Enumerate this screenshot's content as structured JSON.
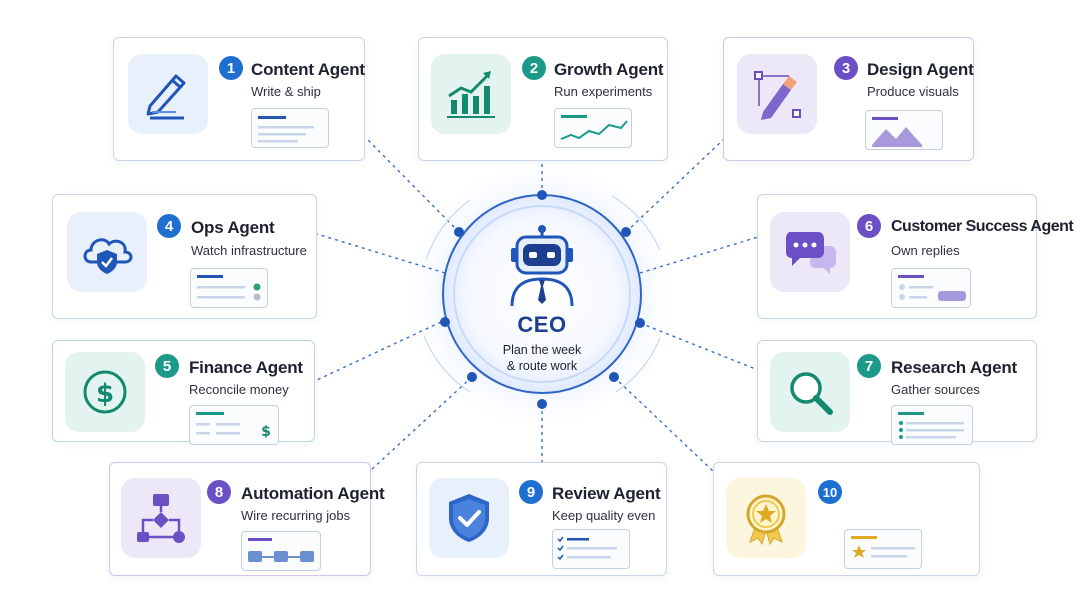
{
  "ceo": {
    "title": "CEO",
    "line1": "Plan the week",
    "line2": "& route work"
  },
  "agents": [
    {
      "number": "1",
      "title": "Content Agent",
      "subtitle": "Write & ship",
      "icon": "pen-icon",
      "accent": "#1f6fd1"
    },
    {
      "number": "2",
      "title": "Growth Agent",
      "subtitle": "Run experiments",
      "icon": "bar-chart-icon",
      "accent": "#1b9a8a"
    },
    {
      "number": "3",
      "title": "Design Agent",
      "subtitle": "Produce visuals",
      "icon": "vector-pen-icon",
      "accent": "#6b4fc4"
    },
    {
      "number": "4",
      "title": "Ops Agent",
      "subtitle": "Watch infrastructure",
      "icon": "cloud-shield-icon",
      "accent": "#1f6fd1"
    },
    {
      "number": "5",
      "title": "Finance Agent",
      "subtitle": "Reconcile money",
      "icon": "dollar-icon",
      "accent": "#1b9a8a"
    },
    {
      "number": "6",
      "title": "Customer Success Agent",
      "subtitle": "Own replies",
      "icon": "chat-bubbles-icon",
      "accent": "#6b4fc4"
    },
    {
      "number": "7",
      "title": "Research Agent",
      "subtitle": "Gather sources",
      "icon": "magnifier-icon",
      "accent": "#1b9a8a"
    },
    {
      "number": "8",
      "title": "Automation Agent",
      "subtitle": "Wire recurring jobs",
      "icon": "flowchart-icon",
      "accent": "#6b4fc4"
    },
    {
      "number": "9",
      "title": "Review Agent",
      "subtitle": "Keep quality even",
      "icon": "shield-check-icon",
      "accent": "#1f6fd1"
    },
    {
      "number": "10",
      "title": "",
      "subtitle": "",
      "icon": "award-ribbon-icon",
      "accent": "#1f6fd1"
    }
  ],
  "mini_icons": {
    "money": "$"
  }
}
